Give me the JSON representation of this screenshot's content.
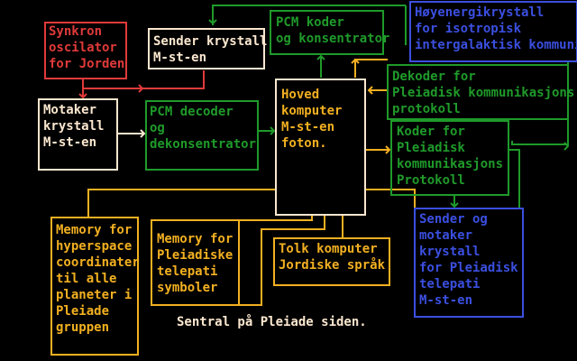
{
  "colors": {
    "background": "#000000",
    "red": "#e03a3a",
    "cream": "#fbe7cf",
    "green": "#1f9a2a",
    "yellow": "#f2b021",
    "blue": "#3b4fe0"
  },
  "diagram": {
    "caption": "Sentral på Pleiade siden.",
    "boxes": [
      {
        "id": "synkron",
        "color": "red",
        "lines": [
          "Synkron",
          "oscilator",
          "for Jorden"
        ]
      },
      {
        "id": "sender-krystall",
        "color": "cream",
        "lines": [
          "Sender krystall",
          "M-st-en"
        ]
      },
      {
        "id": "motaker-krystall",
        "color": "cream",
        "lines": [
          "Motaker",
          "krystall",
          "M-st-en"
        ]
      },
      {
        "id": "pcm-decoder",
        "color": "green",
        "lines": [
          "PCM decoder",
          "og",
          "dekonsentrator"
        ]
      },
      {
        "id": "pcm-koder",
        "color": "green",
        "lines": [
          "PCM koder",
          "og konsentrator"
        ]
      },
      {
        "id": "hoved-komputer",
        "color": "cream",
        "text_color": "yellow",
        "lines": [
          "Hoved",
          "komputer",
          "M-st-en",
          "foton."
        ]
      },
      {
        "id": "hoyenergi",
        "color": "blue",
        "lines": [
          "Høyenergikrystall",
          "for isotropisk",
          "intergalaktisk kommuni"
        ]
      },
      {
        "id": "dekoder",
        "color": "green",
        "lines": [
          "Dekoder for",
          "Pleiadisk kommunikasjons",
          "protokoll"
        ]
      },
      {
        "id": "koder",
        "color": "green",
        "lines": [
          "Koder for",
          "Pleiadisk",
          "kommunikasjons",
          "Protokoll"
        ]
      },
      {
        "id": "sender-motaker",
        "color": "blue",
        "lines": [
          "Sender og",
          "motaker",
          "krystall",
          "for Pleiadisk",
          "telepati",
          "M-st-en"
        ]
      },
      {
        "id": "memory-hyperspace",
        "color": "yellow",
        "lines": [
          "Memory for",
          "hyperspace",
          "coordinater",
          "til alle",
          "planeter i",
          "Pleiade",
          "gruppen"
        ]
      },
      {
        "id": "memory-telepati",
        "color": "yellow",
        "lines": [
          "Memory for",
          "Pleiadiske",
          "telepati",
          "symboler"
        ]
      },
      {
        "id": "tolk-komputer",
        "color": "yellow",
        "lines": [
          "Tolk komputer",
          "Jordiske språk"
        ]
      }
    ]
  }
}
